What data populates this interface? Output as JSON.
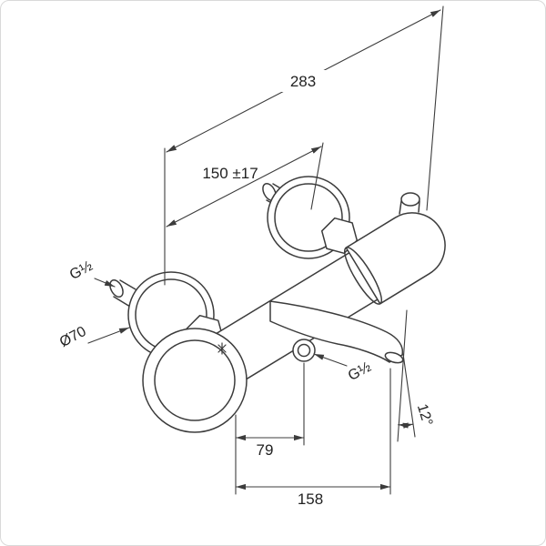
{
  "frame": {
    "background": "#ffffff",
    "border_color": "#d9d9d9"
  },
  "drawing": {
    "stroke_color": "#3c3c3c",
    "text_color": "#222222",
    "labels": {
      "overall_width": "283",
      "connection_distance": "150 ±17",
      "left_thread": "G½",
      "escutcheon_diameter": "Ø70",
      "bottom_outlet_thread": "G½",
      "outlet_offset": "79",
      "spout_projection": "158",
      "spout_angle": "12°"
    }
  }
}
